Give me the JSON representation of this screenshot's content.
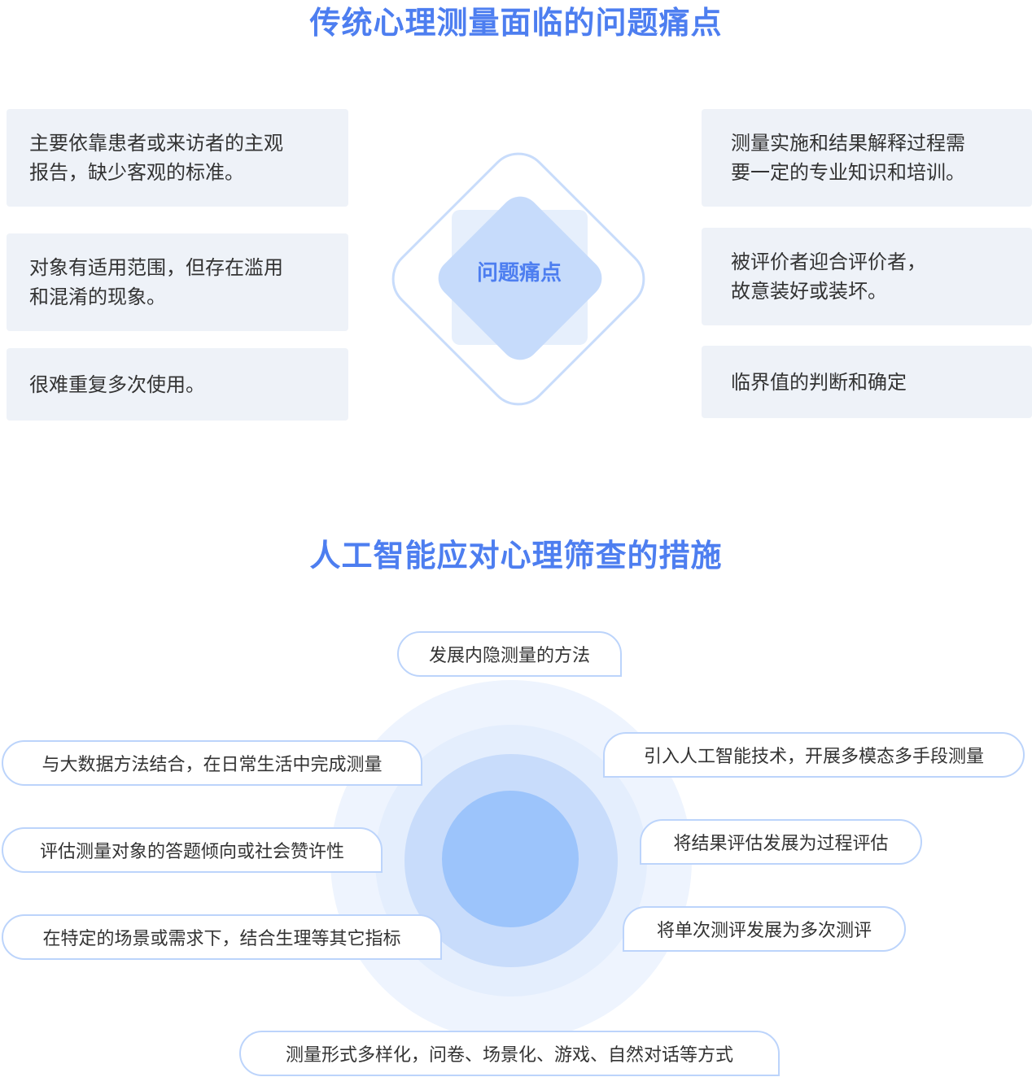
{
  "section1": {
    "title": "传统心理测量面临的问题痛点",
    "center_label": "问题痛点",
    "left_cards": [
      {
        "line1": "主要依靠患者或来访者的主观",
        "line2": "报告，缺少客观的标准。"
      },
      {
        "line1": "对象有适用范围，但存在滥用",
        "line2": "和混淆的现象。"
      },
      {
        "line1": "很难重复多次使用。"
      }
    ],
    "right_cards": [
      {
        "line1": "测量实施和结果解释过程需",
        "line2": "要一定的专业知识和培训。"
      },
      {
        "line1": "被评价者迎合评价者，",
        "line2": "故意装好或装坏。"
      },
      {
        "line1": "临界值的判断和确定"
      }
    ]
  },
  "section2": {
    "title": "人工智能应对心理筛查的措施",
    "measures": {
      "top": "发展内隐测量的方法",
      "left1": "与大数据方法结合，在日常生活中完成测量",
      "left2": "评估测量对象的答题倾向或社会赞许性",
      "left3": "在特定的场景或需求下，结合生理等其它指标",
      "right1": "引入人工智能技术，开展多模态多手段测量",
      "right2": "将结果评估发展为过程评估",
      "right3": "将单次测评发展为多次测评",
      "bottom": "测量形式多样化，问卷、场景化、游戏、自然对话等方式"
    }
  },
  "colors": {
    "accent": "#4d7ef0",
    "card_bg": "#eef2f8",
    "pill_border": "#bcd4fb",
    "ring_outer": "#eef4fe",
    "ring_mid": "#dde9fd",
    "ring_inner": "#c8dcfb",
    "core": "#9cc4fb"
  }
}
